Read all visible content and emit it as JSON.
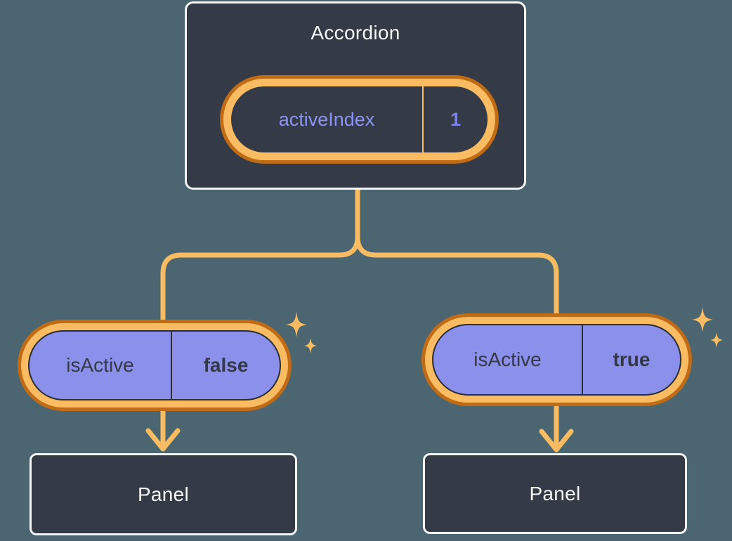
{
  "diagram": {
    "root": {
      "title": "Accordion",
      "state_pill": {
        "name": "activeIndex",
        "value": "1"
      }
    },
    "branches": [
      {
        "prop_pill": {
          "name": "isActive",
          "value": "false"
        },
        "child": {
          "title": "Panel"
        }
      },
      {
        "prop_pill": {
          "name": "isActive",
          "value": "true"
        },
        "child": {
          "title": "Panel"
        }
      }
    ]
  },
  "icons": {
    "sparkle": "sparkle-icon",
    "arrowhead": "arrow-down-icon"
  },
  "colors": {
    "bg": "#4B6670",
    "node-fill": "#343A46",
    "node-border": "#F2F4F5",
    "text-light": "#F6F7F9",
    "accent-light": "#F9BC62",
    "accent-dark": "#C06B16",
    "purple-fill": "#8B90EA",
    "purple-text": "#8B93F6",
    "purple-value": "#7C84EC",
    "ink": "#333946",
    "ink-border": "#282D37"
  }
}
